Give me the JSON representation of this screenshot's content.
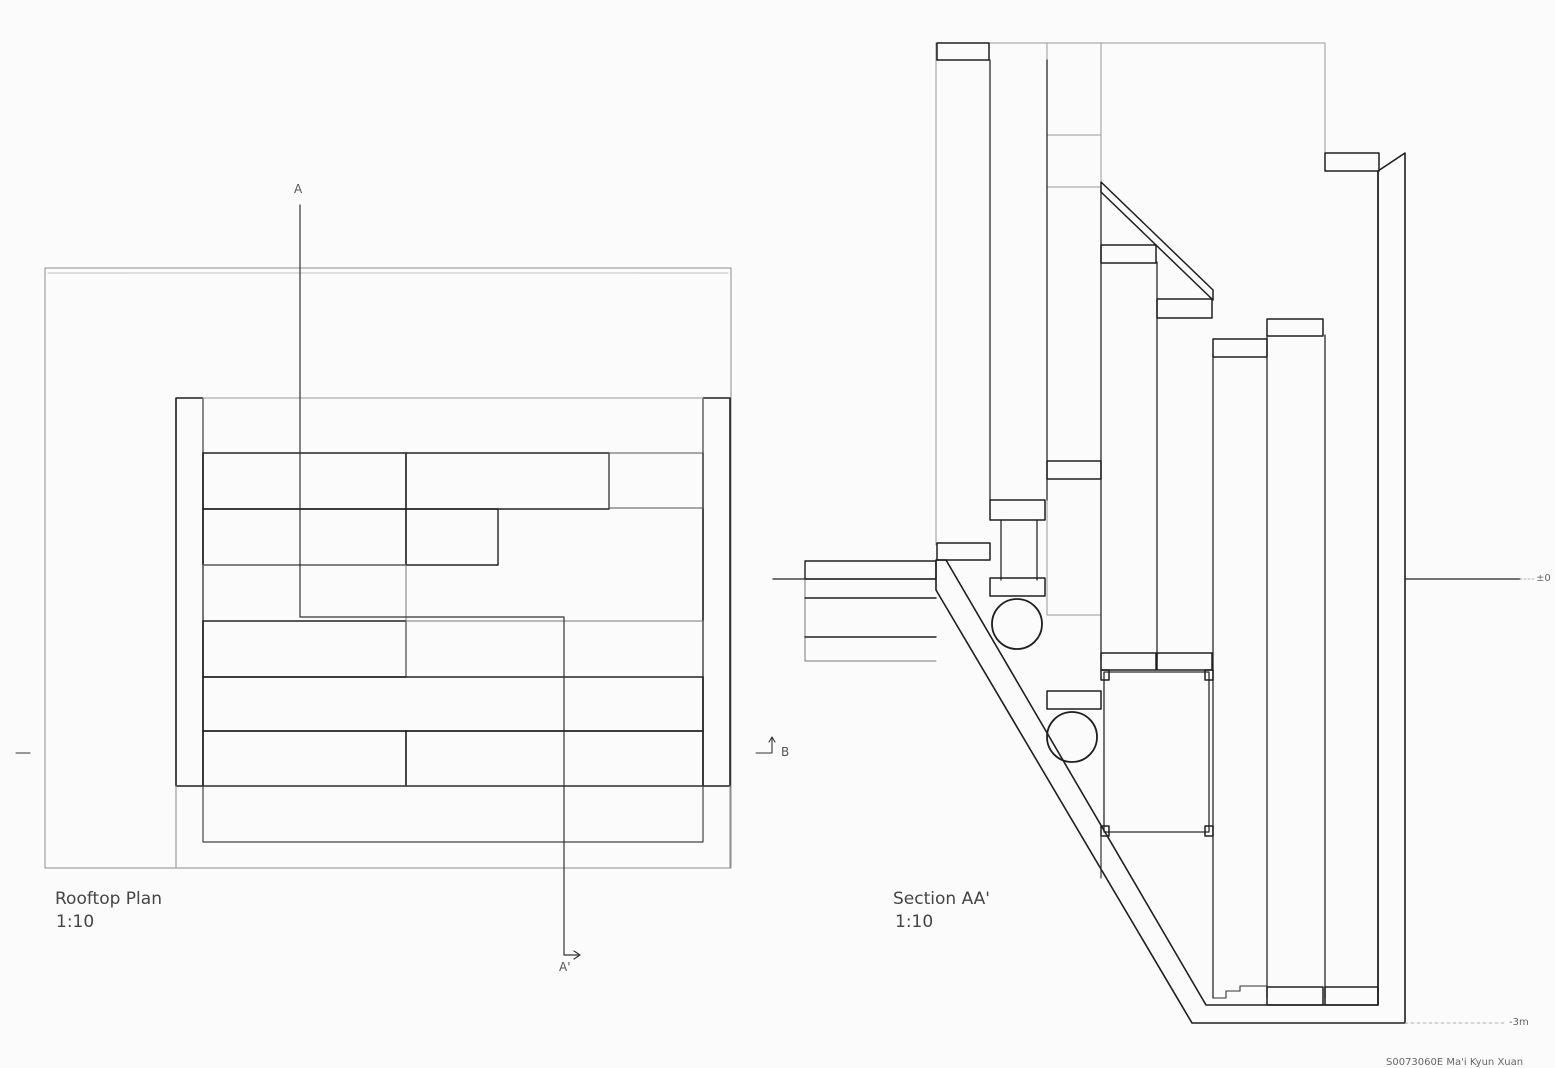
{
  "plan": {
    "title": "Rooftop Plan",
    "scale": "1:10",
    "section_mark_start": "A",
    "section_mark_end": "A'",
    "section_mark_b": "B"
  },
  "section": {
    "title": "Section AA'",
    "scale": "1:10",
    "level_top": "±0",
    "level_bottom": "-3m"
  },
  "footer": {
    "student_text": "S0073060E Ma'i Kyun Xuan"
  },
  "colors": {
    "paper": "#fbfbfb",
    "ink": "#1f1f1f",
    "faint": "#9a9a9a"
  }
}
